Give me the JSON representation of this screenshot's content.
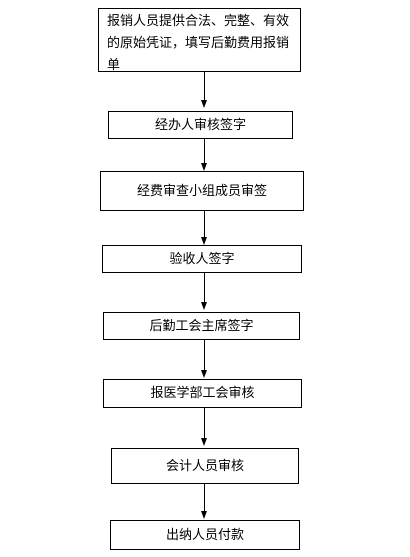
{
  "steps": [
    "报销人员提供合法、完整、有效的原始凭证，填写后勤费用报销单",
    "经办人审核签字",
    "经费审查小组成员审签",
    "验收人签字",
    "后勤工会主席签字",
    "报医学部工会审核",
    "会计人员审核",
    "出纳人员付款"
  ]
}
